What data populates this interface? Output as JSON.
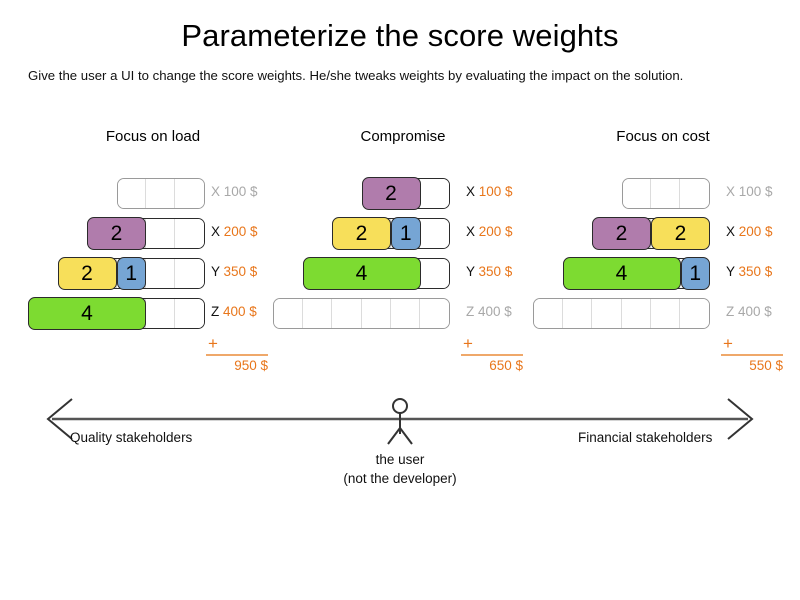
{
  "header": {
    "title": "Parameterize the score weights",
    "subtitle": "Give the user a UI to change the score weights. He/she tweaks weights by evaluating the impact on the solution."
  },
  "colors": {
    "purple": "#b07cac",
    "yellow": "#f7df5a",
    "blue": "#76a5d4",
    "green": "#7ddb31",
    "accent_orange": "#e8761b",
    "inactive_gray": "#a8a8a8"
  },
  "columns": [
    {
      "header": "Focus on load",
      "total_plus": "+",
      "total": "950 $",
      "rows": [
        {
          "letter": "X",
          "amount": "100 $",
          "active": false,
          "cells": 3,
          "segments": []
        },
        {
          "letter": "X",
          "amount": "200 $",
          "active": true,
          "cells": 4,
          "segments": [
            {
              "color": "purple",
              "value": "2",
              "span": 2
            }
          ]
        },
        {
          "letter": "Y",
          "amount": "350 $",
          "active": true,
          "cells": 5,
          "segments": [
            {
              "color": "yellow",
              "value": "2",
              "span": 2
            },
            {
              "color": "blue",
              "value": "1",
              "span": 1
            }
          ]
        },
        {
          "letter": "Z",
          "amount": "400 $",
          "active": true,
          "cells": 6,
          "segments": [
            {
              "color": "green",
              "value": "4",
              "span": 4
            }
          ]
        }
      ]
    },
    {
      "header": "Compromise",
      "total_plus": "+",
      "total": "650 $",
      "rows": [
        {
          "letter": "X",
          "amount": "100 $",
          "active": true,
          "cells": 3,
          "segments": [
            {
              "color": "purple",
              "value": "2",
              "span": 2
            }
          ]
        },
        {
          "letter": "X",
          "amount": "200 $",
          "active": true,
          "cells": 4,
          "segments": [
            {
              "color": "yellow",
              "value": "2",
              "span": 2
            },
            {
              "color": "blue",
              "value": "1",
              "span": 1
            }
          ]
        },
        {
          "letter": "Y",
          "amount": "350 $",
          "active": true,
          "cells": 5,
          "segments": [
            {
              "color": "green",
              "value": "4",
              "span": 4
            }
          ]
        },
        {
          "letter": "Z",
          "amount": "400 $",
          "active": false,
          "cells": 6,
          "segments": []
        }
      ]
    },
    {
      "header": "Focus on cost",
      "total_plus": "+",
      "total": "550 $",
      "rows": [
        {
          "letter": "X",
          "amount": "100 $",
          "active": false,
          "cells": 3,
          "segments": []
        },
        {
          "letter": "X",
          "amount": "200 $",
          "active": true,
          "cells": 4,
          "segments": [
            {
              "color": "purple",
              "value": "2",
              "span": 2
            },
            {
              "color": "yellow",
              "value": "2",
              "span": 2
            }
          ]
        },
        {
          "letter": "Y",
          "amount": "350 $",
          "active": true,
          "cells": 5,
          "segments": [
            {
              "color": "green",
              "value": "4",
              "span": 4
            },
            {
              "color": "blue",
              "value": "1",
              "span": 1
            }
          ]
        },
        {
          "letter": "Z",
          "amount": "400 $",
          "active": false,
          "cells": 6,
          "segments": []
        }
      ]
    }
  ],
  "spectrum": {
    "left_label": "Quality stakeholders",
    "right_label": "Financial stakeholders",
    "user_line1": "the user",
    "user_line2": "(not the developer)"
  }
}
